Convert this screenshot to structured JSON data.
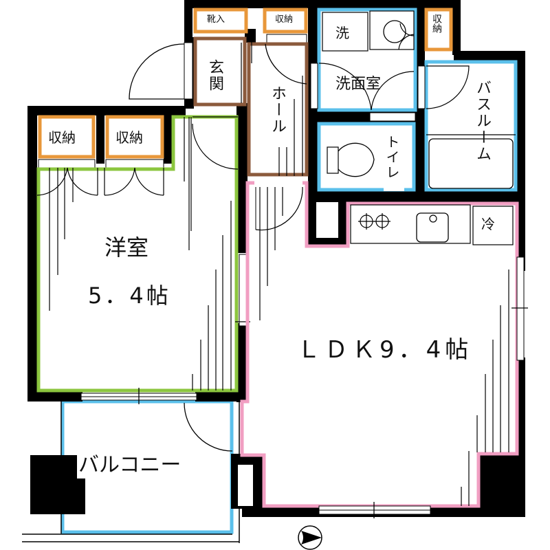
{
  "floorplan": {
    "colors": {
      "wall": "#000000",
      "storage": "#e8973a",
      "entrance": "#8b5a3c",
      "western_room": "#8cc63f",
      "water_area": "#5bc0eb",
      "ldk": "#f19ec2",
      "background": "#ffffff"
    },
    "rooms": {
      "shoe_storage": "靴入",
      "storage_top": "収納",
      "washer": "洗",
      "storage_right": "収納",
      "entrance": "玄関",
      "hall": "ホール",
      "washroom": "洗面室",
      "bathroom": "バスルーム",
      "toilet": "トイレ",
      "closet_1": "収納",
      "closet_2": "収納",
      "western_room": "洋室",
      "western_room_size": "5．4帖",
      "fridge": "冷",
      "ldk": "ＬＤＫ9．4帖",
      "balcony": "バルコニー"
    },
    "icons": {
      "north_arrow": "compass-arrow-east",
      "stove": "two-burner-stove",
      "sink": "kitchen-sink",
      "toilet": "toilet-fixture",
      "bathtub": "bathtub",
      "washbasin": "washbasin"
    }
  }
}
